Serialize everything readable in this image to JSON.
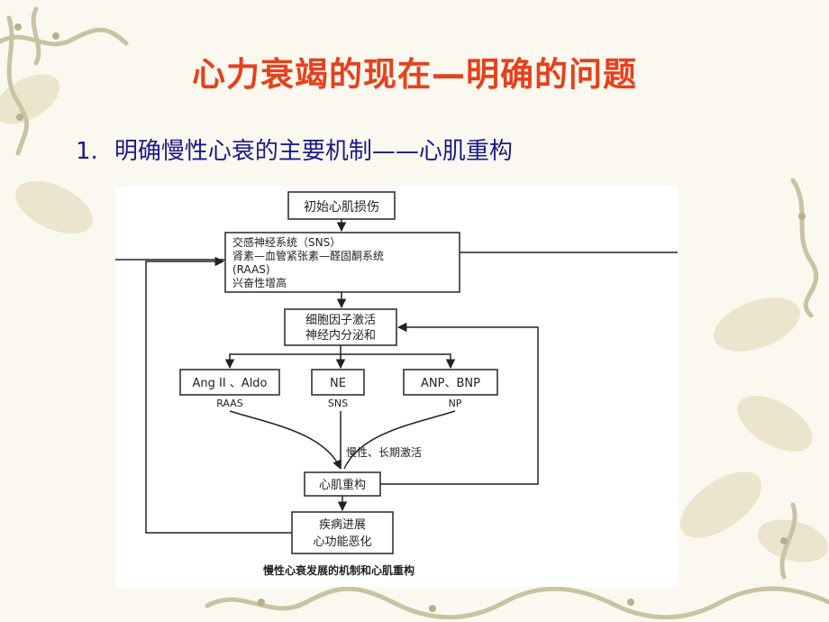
{
  "slide": {
    "title": "心力衰竭的现在—明确的问题",
    "bullet_number": "1.",
    "bullet_text": "明确慢性心衰的主要机制——心肌重构"
  },
  "diagram": {
    "initial_injury": "初始心肌损伤",
    "activation_lines": [
      "交感神经系统（SNS）",
      "肾素—血管紧张素—醛固酮系统",
      "(RAAS)",
      "兴奋性增高"
    ],
    "cytokine_lines": [
      "细胞因子激活",
      "神经内分泌和"
    ],
    "factors": [
      {
        "box": "Ang II 、Aldo",
        "system": "RAAS"
      },
      {
        "box": "NE",
        "system": "SNS"
      },
      {
        "box": "ANP、BNP",
        "system": "NP"
      }
    ],
    "chronic_label": "慢性、长期激活",
    "remodeling": "心肌重构",
    "outcome_lines": [
      "疾病进展",
      "心功能恶化"
    ],
    "caption": "慢性心衰发展的机制和心肌重构"
  },
  "colors": {
    "title": "#e8401c",
    "bullet_text": "#1a1a8c",
    "background": "#fbf8ef",
    "vine": "#c9c3a4"
  }
}
